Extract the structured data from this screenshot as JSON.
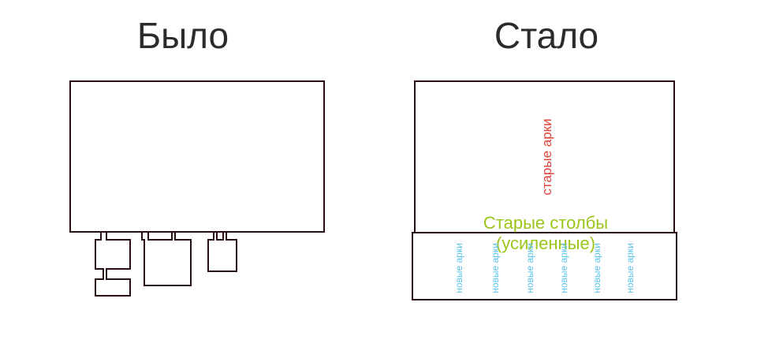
{
  "before": {
    "title": "Было"
  },
  "after": {
    "title": "Стало",
    "old_arches_label": "старые арки",
    "old_pillars_line1": "Старые столбы",
    "old_pillars_line2": "(усиленные)",
    "new_arches_labels": [
      "новые арки",
      "новые арки",
      "новые арки",
      "новые арки",
      "новые арки",
      "новые арки"
    ]
  },
  "colors": {
    "outline": "#2a0f12",
    "old_arches": "#e0433a",
    "old_pillars": "#9ac61a",
    "new_arches": "#5bc4ec",
    "title": "#2b2b2b"
  }
}
